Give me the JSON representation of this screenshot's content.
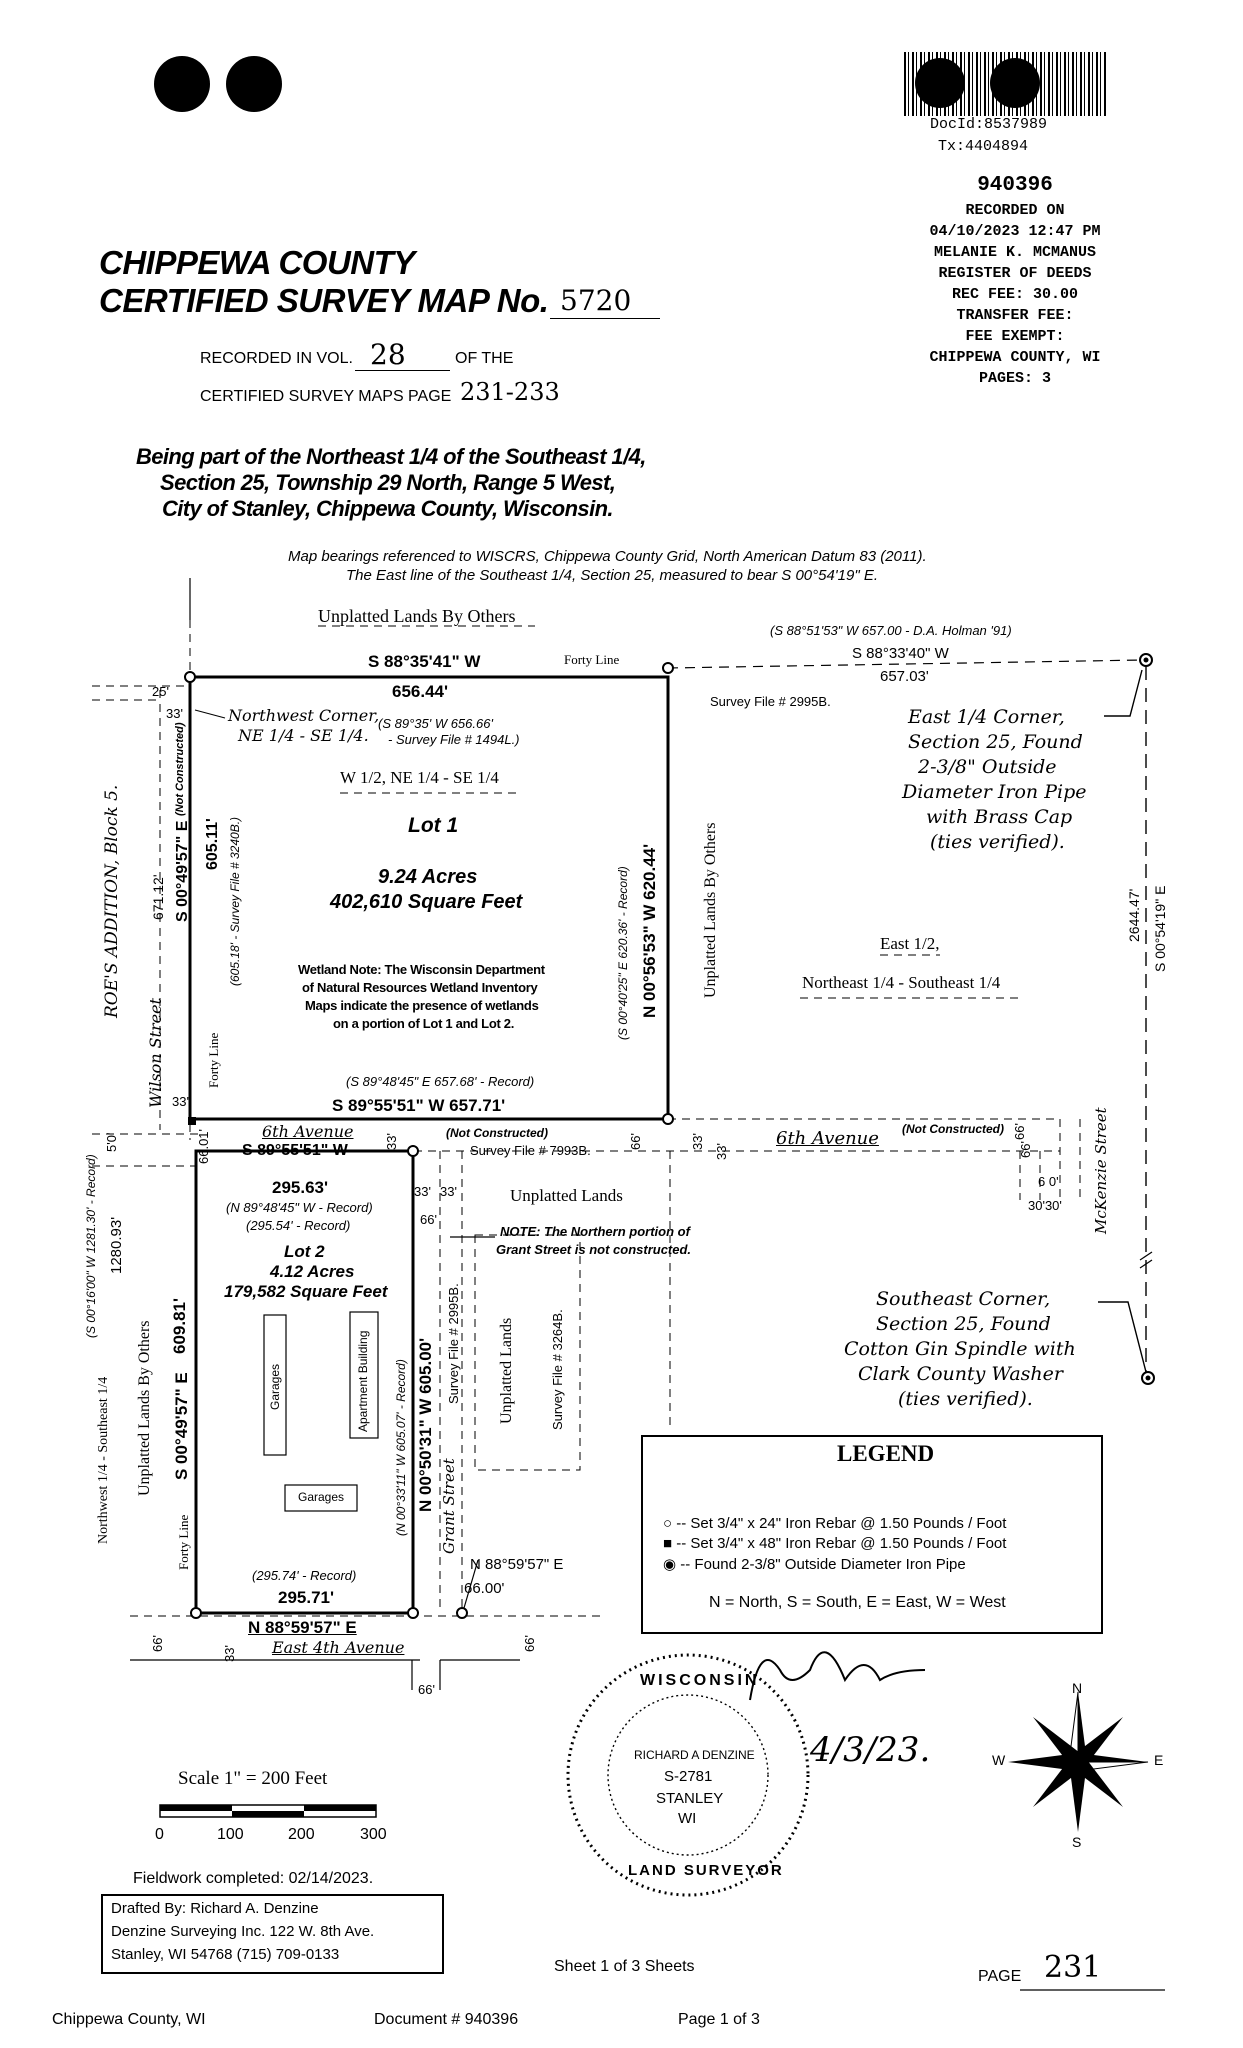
{
  "header": {
    "doc_id": "DocId:8537989",
    "tx": "Tx:4404894",
    "doc_number": "940396",
    "recorded_on_label": "RECORDED ON",
    "recorded_datetime": "04/10/2023 12:47 PM",
    "register_name": "MELANIE K. MCMANUS",
    "register_title": "REGISTER OF DEEDS",
    "rec_fee": "REC FEE: 30.00",
    "transfer_fee": "TRANSFER FEE:",
    "fee_exempt": "FEE EXEMPT:",
    "county": "CHIPPEWA COUNTY, WI",
    "pages": "PAGES: 3"
  },
  "title": {
    "line1": "CHIPPEWA COUNTY",
    "line2": "CERTIFIED SURVEY MAP No.",
    "map_no": "5720",
    "recorded_in_vol": "RECORDED IN VOL.",
    "vol": "28",
    "of_the": "OF THE",
    "maps_page": "CERTIFIED SURVEY MAPS PAGE",
    "pages_range": "231-233"
  },
  "description": {
    "line1": "Being part of the Northeast 1/4 of the Southeast 1/4,",
    "line2": "Section 25, Township 29 North, Range 5 West,",
    "line3": "City of Stanley, Chippewa County, Wisconsin."
  },
  "bearing_note": {
    "line1": "Map bearings referenced to WISCRS, Chippewa County Grid, North American Datum 83 (2011).",
    "line2": "The East line of the Southeast 1/4, Section 25, measured to bear S 00°54'19\" E."
  },
  "map": {
    "unplatted_top": "Unplatted Lands By Others",
    "holman_record": "(S 88°51'53\" W  657.00 - D.A. Holman '91)",
    "north_bearing_east": "S 88°33'40\" W",
    "north_dist_east": "657.03'",
    "north_bearing": "S 88°35'41\" W",
    "north_dist": "656.44'",
    "forty_line": "Forty Line",
    "survey_2995b": "Survey File # 2995B.",
    "nw_corner_1": "Northwest Corner,",
    "nw_corner_2": "NE 1/4 - SE 1/4.",
    "record_1494": "(S 89°35' W  656.66'",
    "record_1494b": "- Survey File # 1494L.)",
    "w_half": "W 1/2, NE 1/4 - SE 1/4",
    "lot1": "Lot 1",
    "lot1_acres": "9.24 Acres",
    "lot1_sqft": "402,610 Square Feet",
    "wetland_1": "Wetland Note: The Wisconsin Department",
    "wetland_2": "of Natural Resources Wetland Inventory",
    "wetland_3": "Maps indicate the presence of wetlands",
    "wetland_4": "on a portion of Lot 1 and Lot 2.",
    "lot1_south_record": "(S 89°48'45\" E  657.68' - Record)",
    "lot1_south": "S 89°55'51\" W  657.71'",
    "lot1_west": "S 00°49'57\" E",
    "lot1_west_dist": "605.11'",
    "lot1_west_record": "(605.18' - Survey File # 3240B.)",
    "not_constructed": "(Not Constructed)",
    "lot1_west_full": "671.12'",
    "lot1_east_record": "(S 00°40'25\" E  620.36' - Record)",
    "lot1_east": "N 00°56'53\" W  620.44'",
    "unplatted_others_v": "Unplatted Lands By Others",
    "east_1_4_corner_1": "East 1/4 Corner,",
    "east_1_4_corner_2": "Section 25, Found",
    "east_1_4_corner_3": "2-3/8\" Outside",
    "east_1_4_corner_4": "Diameter Iron Pipe",
    "east_1_4_corner_5": "with Brass Cap",
    "east_1_4_corner_6": "(ties verified).",
    "east_half_1": "East 1/2,",
    "east_half_2": "Northeast 1/4 - Southeast 1/4",
    "east_line": "2644.47'",
    "east_line_bearing": "S 00°54'19\" E",
    "roes": "ROE'S ADDITION, Block 5.",
    "wilson": "Wilson Street",
    "sixth_ave": "6th Avenue",
    "sixth_ave_nc": "(Not Constructed)",
    "sixth_bearing": "S 89°55'51\" W",
    "survey_7993b": "Survey File # 7993B.",
    "unplatted_lands": "Unplatted Lands",
    "lot2_north": "295.63'",
    "lot2_north_rec1": "(N 89°48'45\" W - Record)",
    "lot2_north_rec2": "(295.54' - Record)",
    "lot2": "Lot 2",
    "lot2_acres": "4.12 Acres",
    "lot2_sqft": "179,582 Square Feet",
    "grant_note_1": "NOTE: The Northern portion of",
    "grant_note_2": "Grant Street is not constructed.",
    "lot2_west": "S 00°49'57\" E",
    "lot2_west_dist": "609.81'",
    "lot2_west_rec": "(S 00°16'00\" W   1281.30' - Record)",
    "lot2_west_full": "1280.93'",
    "nw_se_1_4": "Northwest 1/4 - Southeast 1/4",
    "unplatted_others_v2": "Unplatted Lands By Others",
    "garages": "Garages",
    "apartment": "Apartment Building",
    "lot2_east": "N 00°50'31\" W  605.00'",
    "lot2_east_rec": "(N 00°33'11\" W  605.07' - Record)",
    "survey_2995b_v": "Survey File # 2995B.",
    "unplatted_v": "Unplatted Lands",
    "survey_3264b": "Survey File # 3264B.",
    "grant_street": "Grant Street",
    "lot2_south_rec": "(295.74' - Record)",
    "lot2_south": "295.71'",
    "south_bearing": "N 88°59'57\" E",
    "grant_bearing": "N 88°59'57\" E",
    "grant_dist": "66.00'",
    "east_4th": "East 4th Avenue",
    "mckenzie": "McKenzie Street",
    "se_corner_1": "Southeast Corner,",
    "se_corner_2": "Section 25, Found",
    "se_corner_3": "Cotton Gin Spindle with",
    "se_corner_4": "Clark County Washer",
    "se_corner_5": "(ties verified).",
    "d25": "25'",
    "d33": "33'",
    "d66": "66'",
    "d6601": "66.01'",
    "d50": "5'0'",
    "d60": "6 0'",
    "d3030": "30'30'"
  },
  "legend": {
    "title": "LEGEND",
    "item1": "-- Set  3/4\" x 24\"  Iron Rebar @ 1.50 Pounds / Foot",
    "item2": "-- Set  3/4\" x 48\"  Iron Rebar @ 1.50 Pounds / Foot",
    "item3": "-- Found  2-3/8\"  Outside Diameter Iron Pipe",
    "directions": "N = North, S = South, E = East, W = West"
  },
  "scale": {
    "label": "Scale 1\" = 200 Feet",
    "ticks": [
      "0",
      "100",
      "200",
      "300"
    ]
  },
  "fieldwork": "Fieldwork completed: 02/14/2023.",
  "drafted": {
    "line1": "Drafted By: Richard A. Denzine",
    "line2": "Denzine Surveying Inc.  122 W. 8th Ave.",
    "line3": "Stanley, WI 54768  (715) 709-0133"
  },
  "seal": {
    "top": "WISCONSIN",
    "name": "RICHARD A DENZINE",
    "number": "S-2781",
    "city": "STANLEY",
    "state": "WI",
    "bottom": "LAND SURVEYOR"
  },
  "signature_date": "4/3/23.",
  "compass": {
    "n": "N",
    "e": "E",
    "s": "S",
    "w": "W"
  },
  "sheet": "Sheet 1 of 3 Sheets",
  "page_label": "PAGE",
  "page_no": "231",
  "footer": {
    "county": "Chippewa County, WI",
    "document": "Document # 940396",
    "page": "Page 1 of 3"
  }
}
